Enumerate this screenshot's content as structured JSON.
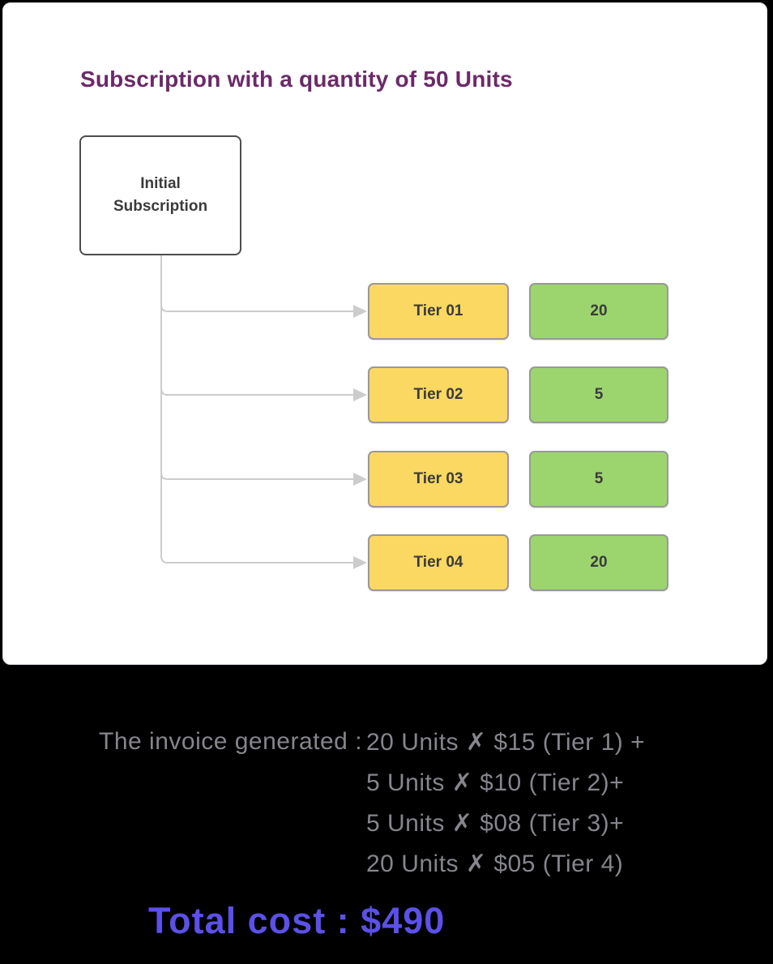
{
  "card": {
    "title": "Subscription with a quantity of 50 Units",
    "root_node_label": "Initial Subscription",
    "tiers": [
      {
        "label": "Tier 01",
        "quantity": "20"
      },
      {
        "label": "Tier 02",
        "quantity": "5"
      },
      {
        "label": "Tier 03",
        "quantity": "5"
      },
      {
        "label": "Tier 04",
        "quantity": "20"
      }
    ]
  },
  "invoice": {
    "prefix": "The invoice generated :",
    "lines": [
      "20 Units ✗ $15 (Tier 1) +",
      "5 Units ✗ $10 (Tier 2)+",
      "5 Units ✗ $08 (Tier 3)+",
      "20 Units ✗ $05 (Tier 4)"
    ],
    "total": "Total cost : $490"
  },
  "colors": {
    "background": "#000000",
    "card_background": "#ffffff",
    "title_text": "#6b2a68",
    "tier_box_fill": "#fbd862",
    "quantity_box_fill": "#9cd56e",
    "box_border": "#999999",
    "root_node_border": "#4d4d4d",
    "connector_line": "#cccccc",
    "invoice_text": "#85858d",
    "total_text": "#5b50e8"
  }
}
